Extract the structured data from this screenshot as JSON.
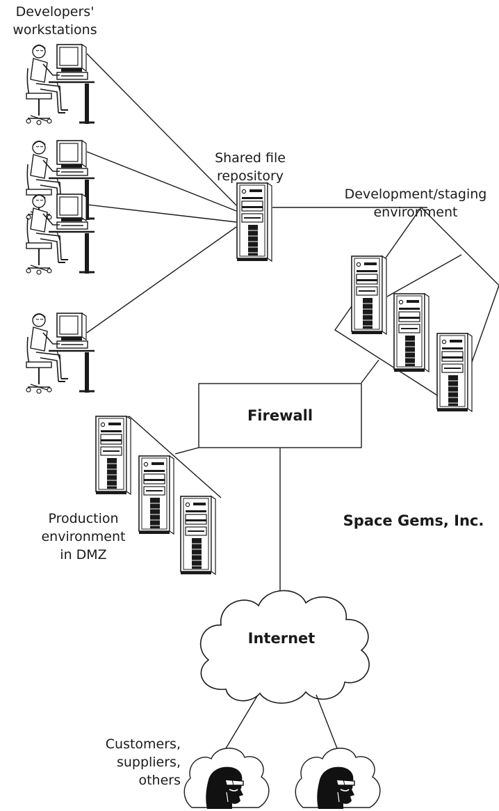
{
  "labels": {
    "developers": [
      "Developers'",
      "workstations"
    ],
    "repository": [
      "Shared file",
      "repository"
    ],
    "staging": [
      "Development/staging",
      "environment"
    ],
    "firewall": "Firewall",
    "production": [
      "Production",
      "environment",
      "in DMZ"
    ],
    "company": "Space Gems, Inc.",
    "internet": "Internet",
    "customers": [
      "Customers,",
      "suppliers,",
      "others"
    ]
  },
  "colors": {
    "stroke": "#1a1a1a",
    "background": "#ffffff"
  },
  "icons": {
    "workstation": "developer-workstation-icon",
    "server": "server-tower-icon",
    "cloud": "cloud-icon",
    "person": "person-head-icon"
  }
}
